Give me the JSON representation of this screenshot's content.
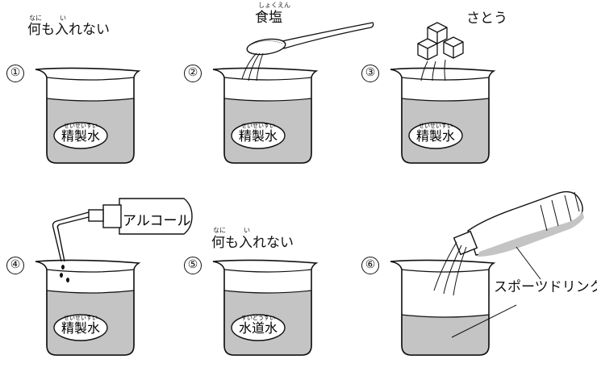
{
  "header": {
    "nothing_ruby_1": "なに",
    "nothing_ruby_2": "い",
    "nothing": "何も入れない",
    "salt_ruby": "しょくえん",
    "salt": "食塩",
    "sugar": "さとう"
  },
  "beakers": [
    {
      "number": "①",
      "label_ruby": "せいせいすい",
      "label": "精製水"
    },
    {
      "number": "②",
      "label_ruby": "せいせいすい",
      "label": "精製水"
    },
    {
      "number": "③",
      "label_ruby": "せいせいすい",
      "label": "精製水"
    },
    {
      "number": "④",
      "label_ruby": "せいせいすい",
      "label": "精製水"
    },
    {
      "number": "⑤",
      "label_ruby": "すいどうすい",
      "label": "水道水"
    },
    {
      "number": "⑥",
      "label_ruby": "",
      "label": ""
    }
  ],
  "alcohol": "アルコール",
  "sports_drink": "スポーツドリンク",
  "nothing5": "何も入れない",
  "nothing5_ruby_1": "なに",
  "nothing5_ruby_2": "い",
  "colors": {
    "liquid": "#c4c4c4",
    "line": "#111111",
    "bg": "#ffffff"
  }
}
